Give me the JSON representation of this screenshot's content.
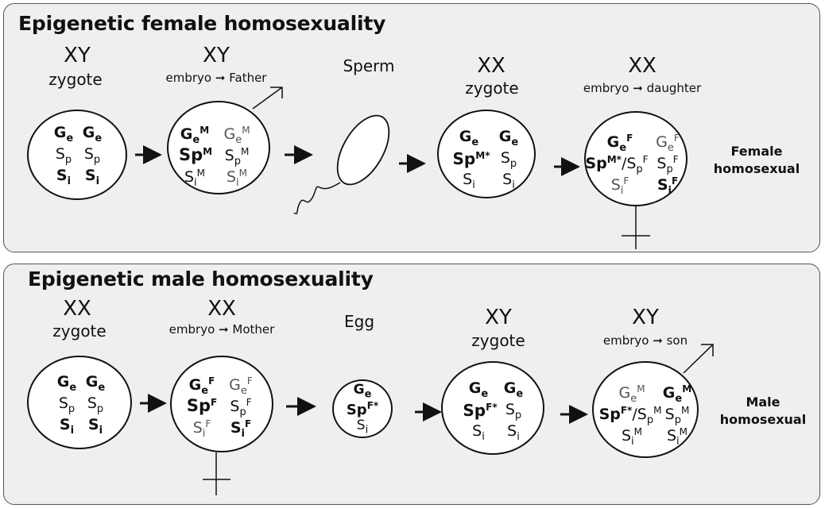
{
  "top": {
    "title": "Epigenetic female homosexuality",
    "stages": [
      {
        "karyotype": "XY",
        "caption": "zygote",
        "fate": ""
      },
      {
        "karyotype": "XY",
        "caption": "embryo",
        "fate": "Father"
      },
      {
        "karyotype": "",
        "caption": "Sperm",
        "fate": ""
      },
      {
        "karyotype": "XX",
        "caption": "zygote",
        "fate": ""
      },
      {
        "karyotype": "XX",
        "caption": "embryo",
        "fate": "daughter"
      }
    ],
    "outcome_line1": "Female",
    "outcome_line2": "homosexual"
  },
  "bottom": {
    "title": "Epigenetic male homosexuality",
    "stages": [
      {
        "karyotype": "XX",
        "caption": "zygote",
        "fate": ""
      },
      {
        "karyotype": "XX",
        "caption": "embryo",
        "fate": "Mother"
      },
      {
        "karyotype": "",
        "caption": "Egg",
        "fate": ""
      },
      {
        "karyotype": "XY",
        "caption": "zygote",
        "fate": ""
      },
      {
        "karyotype": "XY",
        "caption": "embryo",
        "fate": "son"
      }
    ],
    "outcome_line1": "Male",
    "outcome_line2": "homosexual"
  },
  "genes": {
    "ge": "G",
    "ge_sub": "e",
    "sp": "S",
    "sp_sub": "p",
    "si": "S",
    "si_sub": "i",
    "mark_m": "M",
    "mark_f": "F",
    "mark_m_star": "M*",
    "mark_f_star": "F*",
    "slash": "/"
  },
  "arrow_glyph": "➞"
}
